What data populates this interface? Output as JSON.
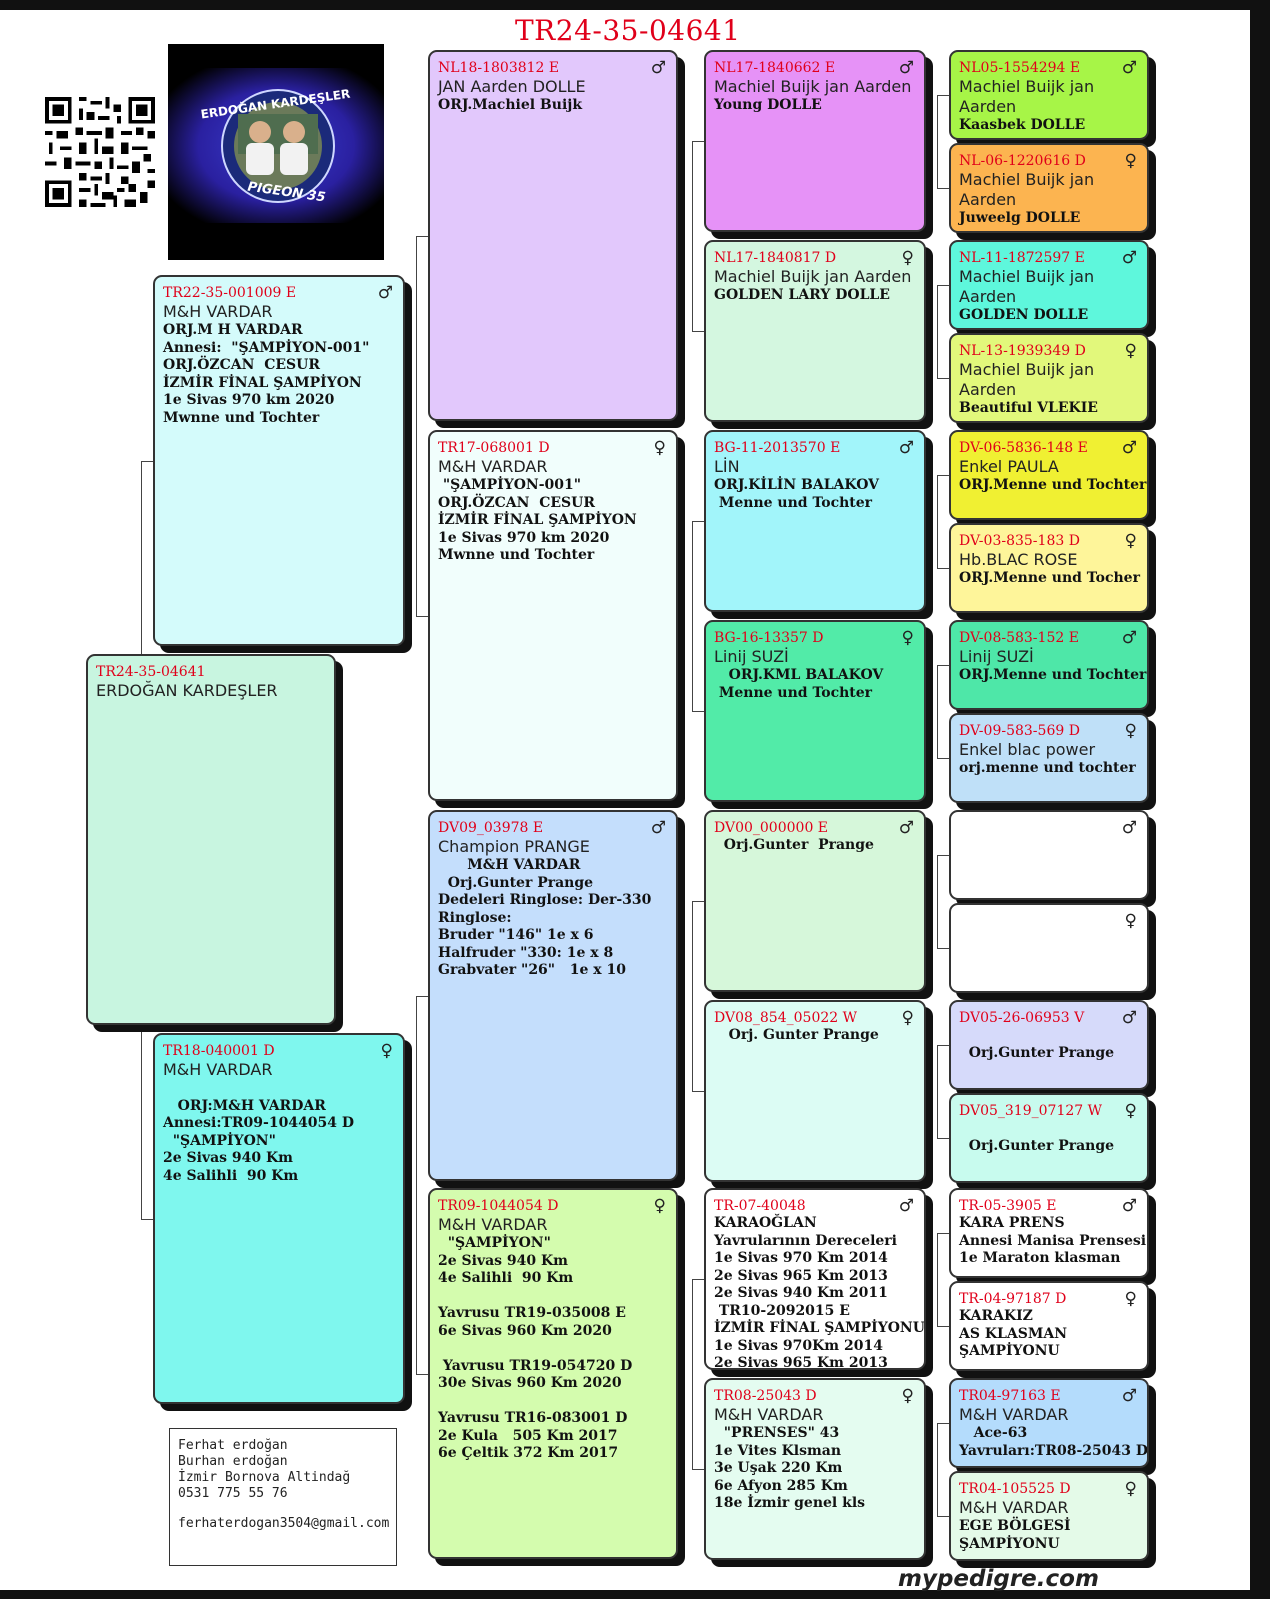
{
  "title": "TR24-35-04641",
  "logo": {
    "line1": "ERDOĞAN KARDEŞLER",
    "line2": "PIGEON 35"
  },
  "contact": {
    "lines": [
      "Ferhat erdoğan",
      "Burhan erdoğan",
      "İzmir Bornova Altindağ",
      "0531 775 55 76"
    ],
    "email": "ferhaterdogan3504@gmail.com"
  },
  "footer": "mypedigre.com",
  "pigeons": [
    {
      "id": "TR24-35-04641",
      "name": "ERDOĞAN KARDEŞLER",
      "sex": "",
      "lines": [],
      "color": "#c8f5e0"
    },
    {
      "id": "TR22-35-001009  E",
      "name": "M&H VARDAR",
      "sex": "♂",
      "lines": [
        "ORJ.M H VARDAR",
        "Annesi:  \"ŞAMPİYON-001\"",
        "ORJ.ÖZCAN  CESUR",
        "İZMİR FİNAL ŞAMPİYON",
        "1e Sivas 970 km 2020",
        "Mwnne und Tochter"
      ],
      "color": "#d4fbfb"
    },
    {
      "id": "TR18-040001  D",
      "name": "M&H VARDAR",
      "sex": "♀",
      "lines": [
        "",
        "   ORJ:M&H VARDAR",
        "Annesi:TR09-1044054 D",
        "  \"ŞAMPİYON\"",
        "2e Sivas 940 Km",
        "4e Salihli  90 Km"
      ],
      "color": "#7ff7ee"
    },
    {
      "id": "NL18-1803812  E",
      "name": "JAN Aarden DOLLE",
      "sex": "♂",
      "lines": [
        "ORJ.Machiel Buijk"
      ],
      "color": "#e2c8fc"
    },
    {
      "id": "TR17-068001  D",
      "name": "M&H VARDAR",
      "sex": "♀",
      "lines": [
        " \"ŞAMPİYON-001\"",
        "ORJ.ÖZCAN  CESUR",
        "İZMİR FİNAL ŞAMPİYON",
        "1e Sivas 970 km 2020",
        "Mwnne und Tochter"
      ],
      "color": "#f1fefc"
    },
    {
      "id": "DV09_03978  E",
      "name": "Champion PRANGE",
      "sex": "♂",
      "lines": [
        "      M&H VARDAR",
        "  Orj.Gunter Prange",
        "Dedeleri Ringlose: Der-330",
        "Ringlose:",
        "Bruder \"146\" 1e x 6",
        "Halfruder \"330: 1e x 8",
        "Grabvater \"26\"   1e x 10"
      ],
      "color": "#c4defc"
    },
    {
      "id": "TR09-1044054  D",
      "name": "M&H VARDAR",
      "sex": "♀",
      "lines": [
        "  \"ŞAMPİYON\"",
        "2e Sivas 940 Km",
        "4e Salihli  90 Km",
        "",
        "Yavrusu TR19-035008 E",
        "6e Sivas 960 Km 2020",
        "",
        " Yavrusu TR19-054720 D",
        "30e Sivas 960 Km 2020",
        "",
        "Yavrusu TR16-083001 D",
        "2e Kula   505 Km 2017",
        "6e Çeltik 372 Km 2017"
      ],
      "color": "#d4fcae"
    },
    {
      "id": "NL17-1840662  E",
      "name": "Machiel Buijk jan Aarden",
      "sex": "♂",
      "lines": [
        "Young DOLLE"
      ],
      "color": "#e692f7"
    },
    {
      "id": "NL17-1840817  D",
      "name": "Machiel Buijk jan Aarden",
      "sex": "♀",
      "lines": [
        "GOLDEN LARY DOLLE"
      ],
      "color": "#d4f7e0"
    },
    {
      "id": "BG-11-2013570  E",
      "name": "LİN",
      "sex": "♂",
      "lines": [
        "ORJ.KİLİN BALAKOV",
        " Menne und Tochter"
      ],
      "color": "#a2f5fa"
    },
    {
      "id": "BG-16-13357  D",
      "name": "Linij SUZİ",
      "sex": "♀",
      "lines": [
        "   ORJ.KML BALAKOV",
        " Menne und Tochter"
      ],
      "color": "#52eba8"
    },
    {
      "id": "DV00_000000  E",
      "name": "",
      "sex": "♂",
      "lines": [
        "  Orj.Gunter  Prange"
      ],
      "color": "#d6f7da"
    },
    {
      "id": "DV08_854_05022  W",
      "name": "",
      "sex": "♀",
      "lines": [
        "   Orj. Gunter Prange"
      ],
      "color": "#dcfcf4"
    },
    {
      "id": "TR-07-40048",
      "name": "",
      "sex": "♂",
      "lines": [
        "KARAOĞLAN",
        "Yavrularının Dereceleri",
        "1e Sivas 970 Km 2014",
        "2e Sivas 965 Km 2013",
        "2e Sivas 940 Km 2011",
        " TR10-2092015 E",
        "İZMİR FİNAL ŞAMPİYONU",
        "1e Sivas 970Km 2014",
        "2e Sivas 965 Km 2013"
      ],
      "color": "#ffffff"
    },
    {
      "id": "TR08-25043  D",
      "name": "M&H VARDAR",
      "sex": "♀",
      "lines": [
        "  \"PRENSES\" 43",
        "1e Vites Klsman",
        "3e Uşak 220 Km",
        "6e Afyon 285 Km",
        "18e İzmir genel kls"
      ],
      "color": "#e4fcf0"
    },
    {
      "id": "NL05-1554294  E",
      "name": "Machiel Buijk jan Aarden",
      "sex": "♂",
      "lines": [
        "Kaasbek DOLLE"
      ],
      "color": "#a7f547"
    },
    {
      "id": "NL-06-1220616  D",
      "name": "Machiel Buijk jan Aarden",
      "sex": "♀",
      "lines": [
        "Juweelg DOLLE"
      ],
      "color": "#fcb450"
    },
    {
      "id": "NL-11-1872597  E",
      "name": "Machiel Buijk jan Aarden",
      "sex": "♂",
      "lines": [
        "GOLDEN DOLLE"
      ],
      "color": "#5ef7dc"
    },
    {
      "id": "NL-13-1939349  D",
      "name": "Machiel Buijk jan Aarden",
      "sex": "♀",
      "lines": [
        "Beautiful VLEKIE"
      ],
      "color": "#e2f87b"
    },
    {
      "id": "DV-06-5836-148  E",
      "name": "Enkel PAULA",
      "sex": "♂",
      "lines": [
        "ORJ.Menne und Tochter"
      ],
      "color": "#f0f032"
    },
    {
      "id": "DV-03-835-183  D",
      "name": "Hb.BLAC ROSE",
      "sex": "♀",
      "lines": [
        "ORJ.Menne und Tocher"
      ],
      "color": "#fef59a"
    },
    {
      "id": "DV-08-583-152  E",
      "name": "Linij SUZİ",
      "sex": "♂",
      "lines": [
        "ORJ.Menne und Tochter"
      ],
      "color": "#4ee7a8"
    },
    {
      "id": "DV-09-583-569  D",
      "name": "Enkel blac power",
      "sex": "♀",
      "lines": [
        "orj.menne und tochter"
      ],
      "color": "#bfe0f8"
    },
    {
      "id": "",
      "name": "",
      "sex": "♂",
      "lines": [],
      "color": "#ffffff"
    },
    {
      "id": "",
      "name": "",
      "sex": "♀",
      "lines": [],
      "color": "#ffffff"
    },
    {
      "id": "DV05-26-06953  V",
      "name": "",
      "sex": "♂",
      "lines": [
        "",
        "  Orj.Gunter Prange"
      ],
      "color": "#d6dafa"
    },
    {
      "id": "DV05_319_07127  W",
      "name": "",
      "sex": "♀",
      "lines": [
        "",
        "  Orj.Gunter Prange"
      ],
      "color": "#c8fbee"
    },
    {
      "id": "TR-05-3905  E",
      "name": "",
      "sex": "♂",
      "lines": [
        "KARA PRENS",
        "Annesi Manisa Prensesi",
        "1e Maraton klasman"
      ],
      "color": "#ffffff"
    },
    {
      "id": "TR-04-97187  D",
      "name": "",
      "sex": "♀",
      "lines": [
        "KARAKIZ",
        "AS KLASMAN",
        "ŞAMPİYONU",
        "..."
      ],
      "color": "#ffffff"
    },
    {
      "id": "TR04-97163  E",
      "name": "M&H VARDAR",
      "sex": "♂",
      "lines": [
        "   Ace-63",
        "Yavruları:TR08-25043 D"
      ],
      "color": "#b4dcfc"
    },
    {
      "id": "TR04-105525  D",
      "name": "M&H VARDAR",
      "sex": "♀",
      "lines": [
        "EGE BÖLGESİ",
        "ŞAMPİYONU"
      ],
      "color": "#e4fae8"
    }
  ]
}
